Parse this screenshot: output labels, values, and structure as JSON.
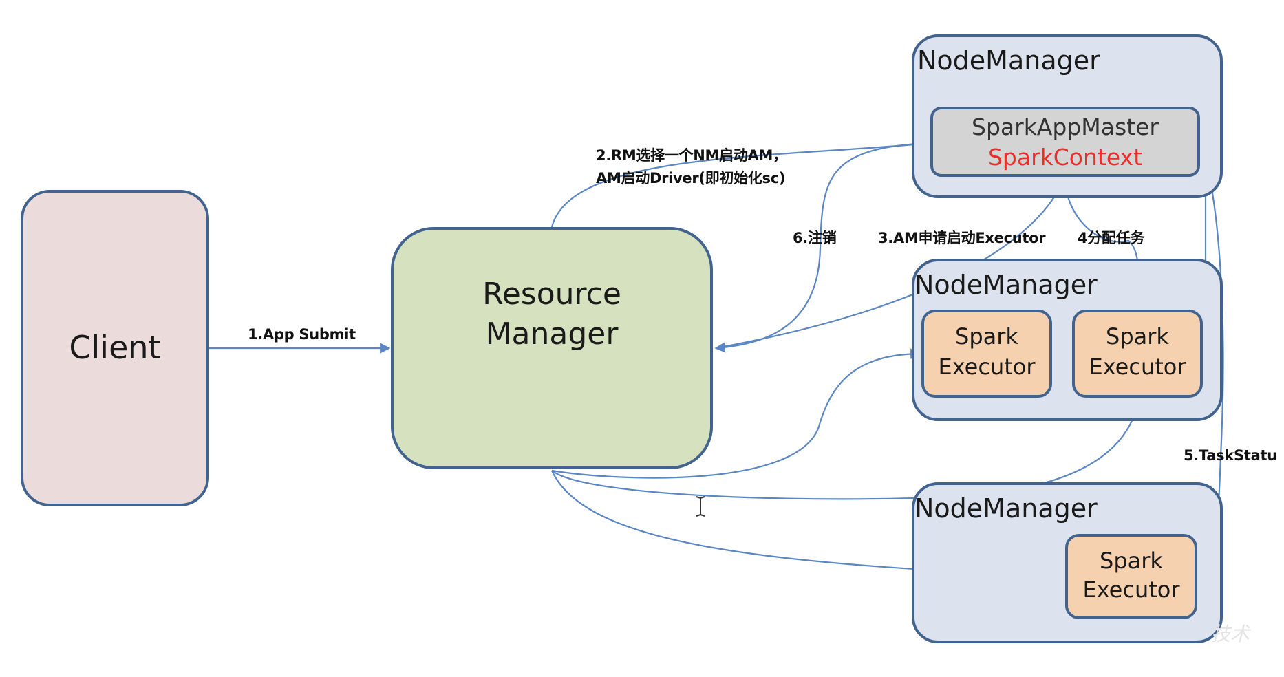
{
  "nodes": {
    "client": "Client",
    "resource_manager": [
      "Resource",
      "Manager"
    ],
    "node_manager_1": "NodeManager",
    "node_manager_2": "NodeManager",
    "node_manager_3": "NodeManager",
    "app_master": {
      "line1": "SparkAppMaster",
      "line2": "SparkContext"
    },
    "executor_1": [
      "Spark",
      "Executor"
    ],
    "executor_2": [
      "Spark",
      "Executor"
    ],
    "executor_3": [
      "Spark",
      "Executor"
    ]
  },
  "edges": {
    "app_submit": "1.App Submit",
    "rm_select": [
      "2.RM选择一个NM启动AM，",
      "AM启动Driver(即初始化sc)"
    ],
    "deregister": "6.注销",
    "am_request": "3.AM申请启动Executor",
    "assign_tasks": "4分配任务",
    "task_status": "5.TaskStatu"
  },
  "watermark": "技术",
  "colors": {
    "arrow": "#5b86c4",
    "client_fill": "#ecdbdb",
    "rm_fill": "#d6e2bf",
    "nm_fill": "#dce3ee",
    "am_fill": "#d4d4d4",
    "executor_fill": "#f6d1b0",
    "border": "#41638e",
    "spark_context": "#e8302b"
  }
}
